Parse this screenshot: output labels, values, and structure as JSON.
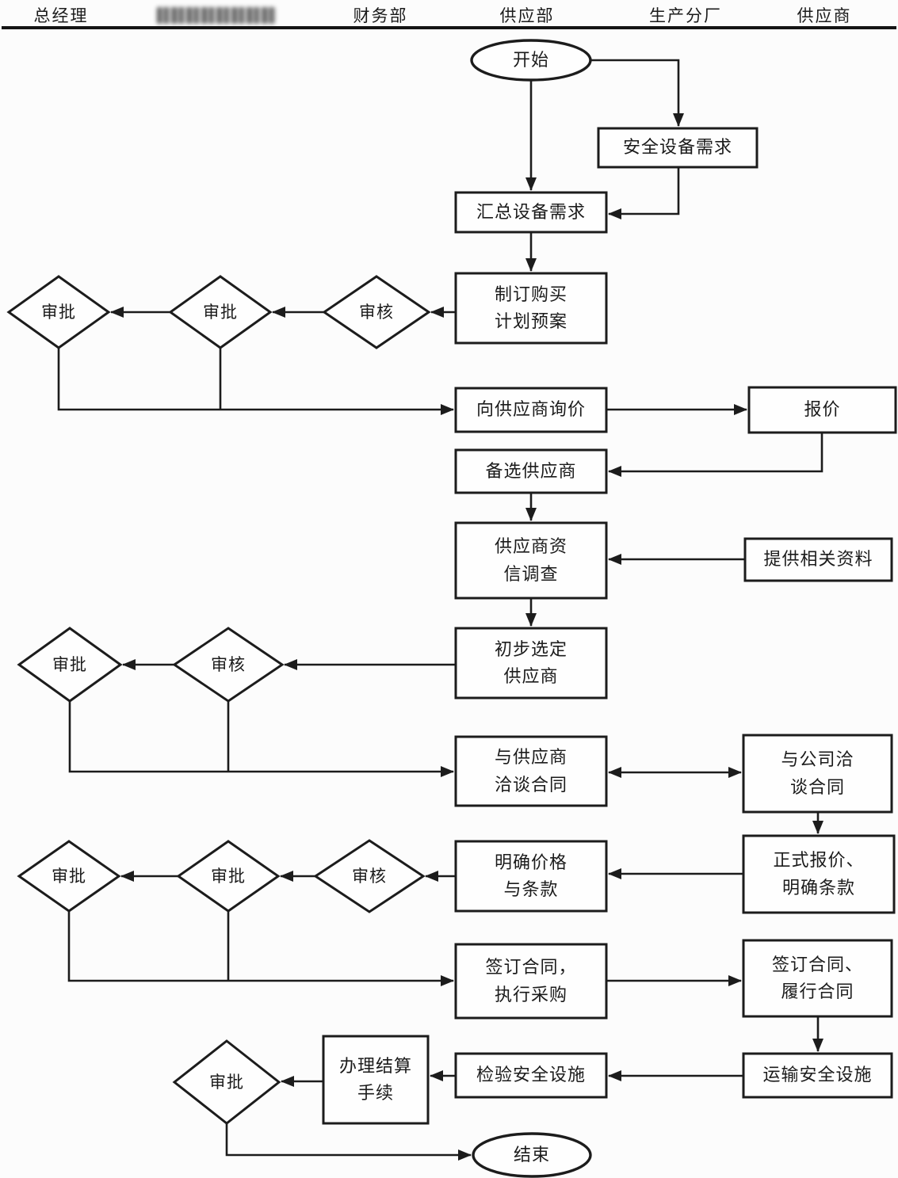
{
  "colors": {
    "ink": "#1c1c1c",
    "background": "#fcfcfc",
    "node_fill": "#fefefe"
  },
  "header": {
    "columns": [
      {
        "label": "总经理",
        "redacted": false
      },
      {
        "label": "",
        "redacted": true
      },
      {
        "label": "财务部",
        "redacted": false
      },
      {
        "label": "供应部",
        "redacted": false
      },
      {
        "label": "生产分厂",
        "redacted": false
      },
      {
        "label": "供应商",
        "redacted": false
      }
    ]
  },
  "nodes": {
    "start": {
      "shape": "ellipse",
      "label": "开始"
    },
    "safety_demand": {
      "shape": "rect",
      "label": "安全设备需求"
    },
    "summarize_demand": {
      "shape": "rect",
      "label": "汇总设备需求"
    },
    "purchase_plan": {
      "shape": "rect",
      "label": "制订购买\n计划预案"
    },
    "review_1": {
      "shape": "diamond",
      "label": "审核"
    },
    "approve_1b": {
      "shape": "diamond",
      "label": "审批"
    },
    "approve_1a": {
      "shape": "diamond",
      "label": "审批"
    },
    "inquiry": {
      "shape": "rect",
      "label": "向供应商询价"
    },
    "quote": {
      "shape": "rect",
      "label": "报价"
    },
    "candidate_suppliers": {
      "shape": "rect",
      "label": "备选供应商"
    },
    "credit_check": {
      "shape": "rect",
      "label": "供应商资\n信调查"
    },
    "provide_materials": {
      "shape": "rect",
      "label": "提供相关资料"
    },
    "preliminary_select": {
      "shape": "rect",
      "label": "初步选定\n供应商"
    },
    "review_2": {
      "shape": "diamond",
      "label": "审核"
    },
    "approve_2": {
      "shape": "diamond",
      "label": "审批"
    },
    "negotiate_supplier": {
      "shape": "rect",
      "label": "与供应商\n洽谈合同"
    },
    "negotiate_company": {
      "shape": "rect",
      "label": "与公司洽\n谈合同"
    },
    "formal_quote": {
      "shape": "rect",
      "label": "正式报价、\n明确条款"
    },
    "clarify_price": {
      "shape": "rect",
      "label": "明确价格\n与条款"
    },
    "review_3": {
      "shape": "diamond",
      "label": "审核"
    },
    "approve_3b": {
      "shape": "diamond",
      "label": "审批"
    },
    "approve_3a": {
      "shape": "diamond",
      "label": "审批"
    },
    "sign_execute": {
      "shape": "rect",
      "label": "签订合同，\n执行采购"
    },
    "sign_perform": {
      "shape": "rect",
      "label": "签订合同、\n履行合同"
    },
    "transport_safety": {
      "shape": "rect",
      "label": "运输安全设施"
    },
    "inspect_safety": {
      "shape": "rect",
      "label": "检验安全设施"
    },
    "settlement": {
      "shape": "rect",
      "label": "办理结算\n手续"
    },
    "approve_final": {
      "shape": "diamond",
      "label": "审批"
    },
    "end": {
      "shape": "ellipse",
      "label": "结束"
    }
  }
}
